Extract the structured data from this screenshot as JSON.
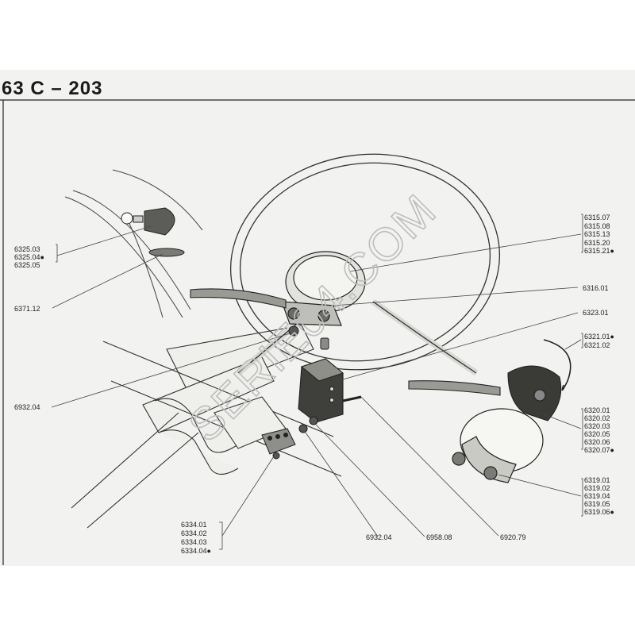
{
  "header": {
    "title": "63 C – 203"
  },
  "watermark": {
    "text": "SERIE04.COM"
  },
  "callouts": {
    "g6325": [
      "6325.03",
      "6325.04●",
      "6325.05"
    ],
    "g6371": [
      "6371.12"
    ],
    "g6932a": [
      "6932.04"
    ],
    "g6334": [
      "6334.01",
      "6334.02",
      "6334.03",
      "6334.04●"
    ],
    "g6932b": [
      "6932.04"
    ],
    "g6958": [
      "6958.08"
    ],
    "g6920": [
      "6920.79"
    ],
    "g6315": [
      "6315.07",
      "6315.08",
      "6315.13",
      "6315.20",
      "6315.21●"
    ],
    "g6316": [
      "6316.01"
    ],
    "g6323": [
      "6323.01"
    ],
    "g6321": [
      "6321.01●",
      "6321.02"
    ],
    "g6320": [
      "6320.01",
      "6320.02",
      "6320.03",
      "6320.05",
      "6320.06",
      "6320.07●"
    ],
    "g6319": [
      "6319.01",
      "6319.02",
      "6319.04",
      "6319.05",
      "6319.06●"
    ]
  }
}
